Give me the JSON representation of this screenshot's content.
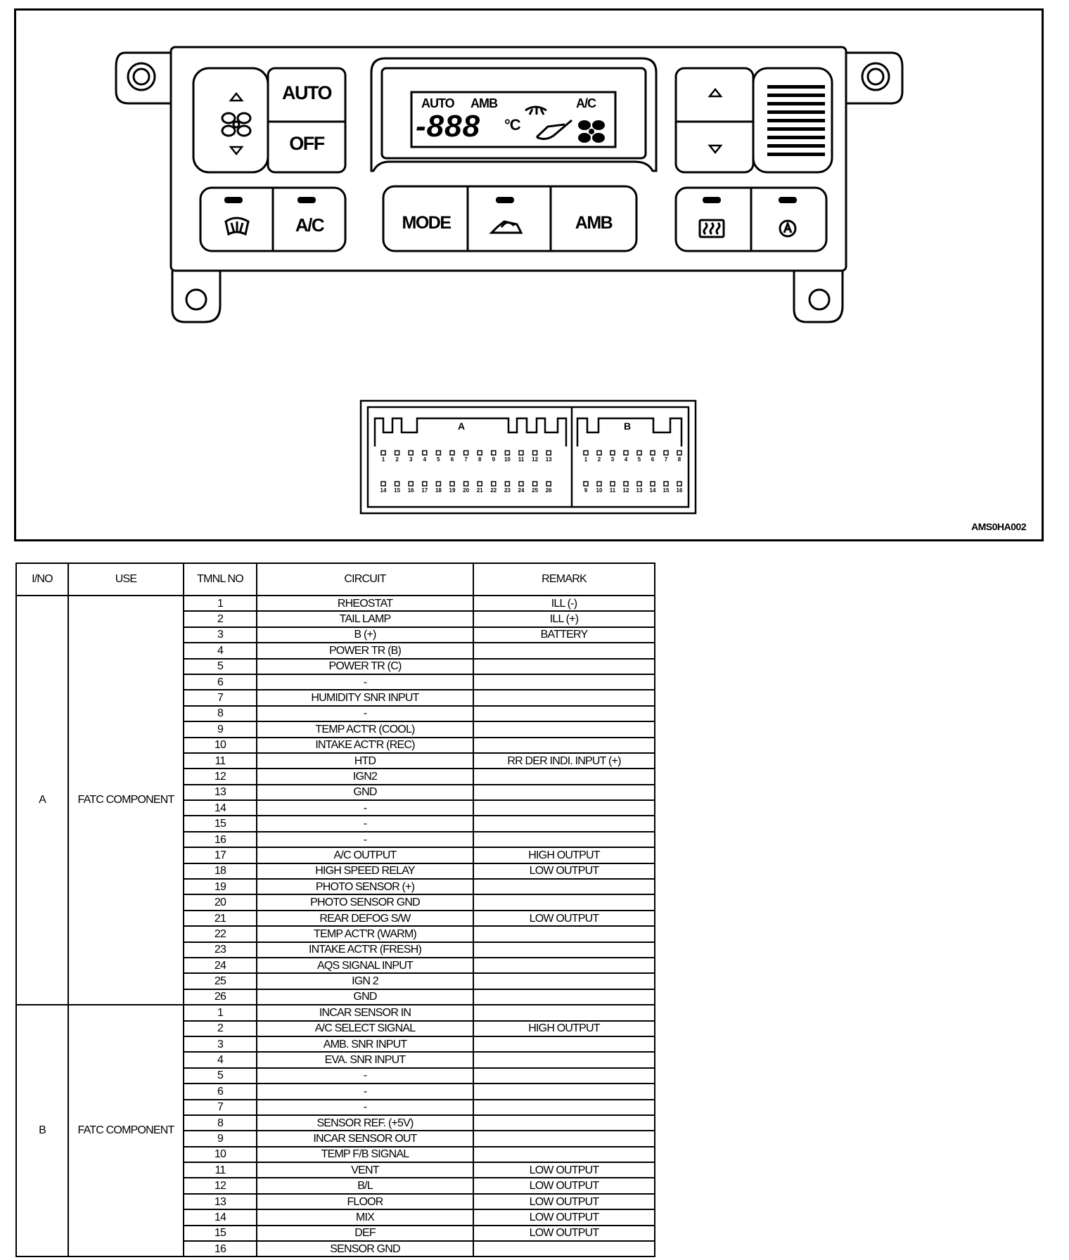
{
  "figure_code": "AMS0HA002",
  "panel": {
    "display": {
      "auto": "AUTO",
      "amb": "AMB",
      "ac": "A/C",
      "digits": "-888",
      "unit": "°C"
    },
    "buttons": {
      "auto": "AUTO",
      "off": "OFF",
      "ac": "A/C",
      "mode": "MODE",
      "amb": "AMB"
    },
    "icons": [
      "up-arrow-icon",
      "fan-icon",
      "down-arrow-icon",
      "front-defrost-icon",
      "recirculation-icon",
      "rear-defrost-icon",
      "intake-auto-icon",
      "vent-grille-icon",
      "mounting-hole-icon"
    ]
  },
  "connector": {
    "a_label": "A",
    "b_label": "B",
    "a_top": [
      "1",
      "2",
      "3",
      "4",
      "5",
      "6",
      "7",
      "8",
      "9",
      "10",
      "11",
      "12",
      "13"
    ],
    "a_bottom": [
      "14",
      "15",
      "16",
      "17",
      "18",
      "19",
      "20",
      "21",
      "22",
      "23",
      "24",
      "25",
      "26"
    ],
    "b_top": [
      "1",
      "2",
      "3",
      "4",
      "5",
      "6",
      "7",
      "8"
    ],
    "b_bottom": [
      "9",
      "10",
      "11",
      "12",
      "13",
      "14",
      "15",
      "16"
    ]
  },
  "table": {
    "headers": {
      "ino": "I/NO",
      "use": "USE",
      "tmnl": "TMNL NO",
      "circuit": "CIRCUIT",
      "remark": "REMARK"
    },
    "groups": [
      {
        "ino": "A",
        "use": "FATC COMPONENT",
        "rows": [
          {
            "no": "1",
            "circuit": "RHEOSTAT",
            "remark": "ILL (-)"
          },
          {
            "no": "2",
            "circuit": "TAIL LAMP",
            "remark": "ILL (+)"
          },
          {
            "no": "3",
            "circuit": "B (+)",
            "remark": "BATTERY"
          },
          {
            "no": "4",
            "circuit": "POWER TR (B)",
            "remark": ""
          },
          {
            "no": "5",
            "circuit": "POWER TR (C)",
            "remark": ""
          },
          {
            "no": "6",
            "circuit": "-",
            "remark": ""
          },
          {
            "no": "7",
            "circuit": "HUMIDITY SNR INPUT",
            "remark": ""
          },
          {
            "no": "8",
            "circuit": "-",
            "remark": ""
          },
          {
            "no": "9",
            "circuit": "TEMP ACT'R (COOL)",
            "remark": ""
          },
          {
            "no": "10",
            "circuit": "INTAKE ACT'R (REC)",
            "remark": ""
          },
          {
            "no": "11",
            "circuit": "HTD",
            "remark": "RR DER INDI. INPUT (+)"
          },
          {
            "no": "12",
            "circuit": "IGN2",
            "remark": ""
          },
          {
            "no": "13",
            "circuit": "GND",
            "remark": ""
          },
          {
            "no": "14",
            "circuit": "-",
            "remark": ""
          },
          {
            "no": "15",
            "circuit": "-",
            "remark": ""
          },
          {
            "no": "16",
            "circuit": "-",
            "remark": ""
          },
          {
            "no": "17",
            "circuit": "A/C OUTPUT",
            "remark": "HIGH OUTPUT"
          },
          {
            "no": "18",
            "circuit": "HIGH SPEED RELAY",
            "remark": "LOW OUTPUT"
          },
          {
            "no": "19",
            "circuit": "PHOTO SENSOR (+)",
            "remark": ""
          },
          {
            "no": "20",
            "circuit": "PHOTO SENSOR GND",
            "remark": ""
          },
          {
            "no": "21",
            "circuit": "REAR DEFOG S/W",
            "remark": "LOW OUTPUT"
          },
          {
            "no": "22",
            "circuit": "TEMP ACT'R (WARM)",
            "remark": ""
          },
          {
            "no": "23",
            "circuit": "INTAKE ACT'R (FRESH)",
            "remark": ""
          },
          {
            "no": "24",
            "circuit": "AQS SIGNAL INPUT",
            "remark": ""
          },
          {
            "no": "25",
            "circuit": "IGN 2",
            "remark": ""
          },
          {
            "no": "26",
            "circuit": "GND",
            "remark": ""
          }
        ]
      },
      {
        "ino": "B",
        "use": "FATC COMPONENT",
        "rows": [
          {
            "no": "1",
            "circuit": "INCAR SENSOR IN",
            "remark": ""
          },
          {
            "no": "2",
            "circuit": "A/C SELECT SIGNAL",
            "remark": "HIGH OUTPUT"
          },
          {
            "no": "3",
            "circuit": "AMB. SNR INPUT",
            "remark": ""
          },
          {
            "no": "4",
            "circuit": "EVA. SNR INPUT",
            "remark": ""
          },
          {
            "no": "5",
            "circuit": "-",
            "remark": ""
          },
          {
            "no": "6",
            "circuit": "-",
            "remark": ""
          },
          {
            "no": "7",
            "circuit": "-",
            "remark": ""
          },
          {
            "no": "8",
            "circuit": "SENSOR REF. (+5V)",
            "remark": ""
          },
          {
            "no": "9",
            "circuit": "INCAR SENSOR OUT",
            "remark": ""
          },
          {
            "no": "10",
            "circuit": "TEMP F/B SIGNAL",
            "remark": ""
          },
          {
            "no": "11",
            "circuit": "VENT",
            "remark": "LOW OUTPUT"
          },
          {
            "no": "12",
            "circuit": "B/L",
            "remark": "LOW OUTPUT"
          },
          {
            "no": "13",
            "circuit": "FLOOR",
            "remark": "LOW OUTPUT"
          },
          {
            "no": "14",
            "circuit": "MIX",
            "remark": "LOW OUTPUT"
          },
          {
            "no": "15",
            "circuit": "DEF",
            "remark": "LOW OUTPUT"
          },
          {
            "no": "16",
            "circuit": "SENSOR GND",
            "remark": ""
          }
        ]
      }
    ]
  }
}
